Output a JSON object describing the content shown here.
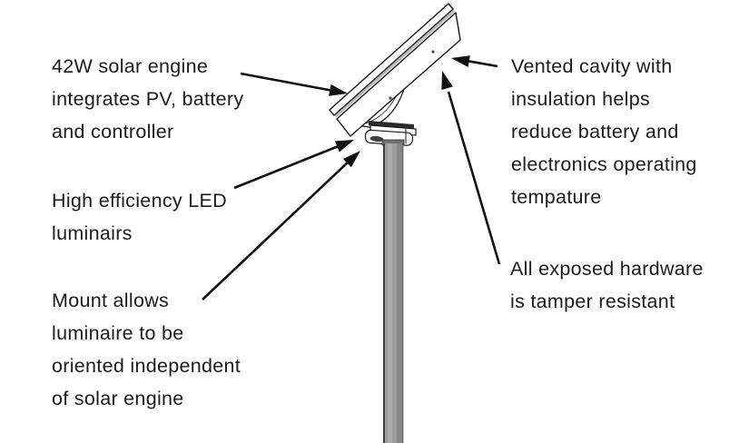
{
  "annotations": {
    "solar_engine": "42W solar engine\nintegrates PV, battery\nand controller",
    "led": "High efficiency LED\nluminairs",
    "mount": "Mount allows\nluminaire to be\noriented independent\nof solar engine",
    "vented": "Vented cavity with\ninsulation helps\nreduce battery and\nelectronics operating\ntempature",
    "hardware": "All exposed hardware\nis tamper resistant"
  },
  "colors": {
    "background": "#ffffff",
    "text": "#1c1c1c",
    "drawing_line": "#1a1a1a",
    "pole_gray": "#9c9c9c",
    "panel_glass_line": "#b8b8b8"
  },
  "drawing": {
    "description": "Line drawing of pole-mounted solar LED light fixture with tilted solar engine panel"
  }
}
